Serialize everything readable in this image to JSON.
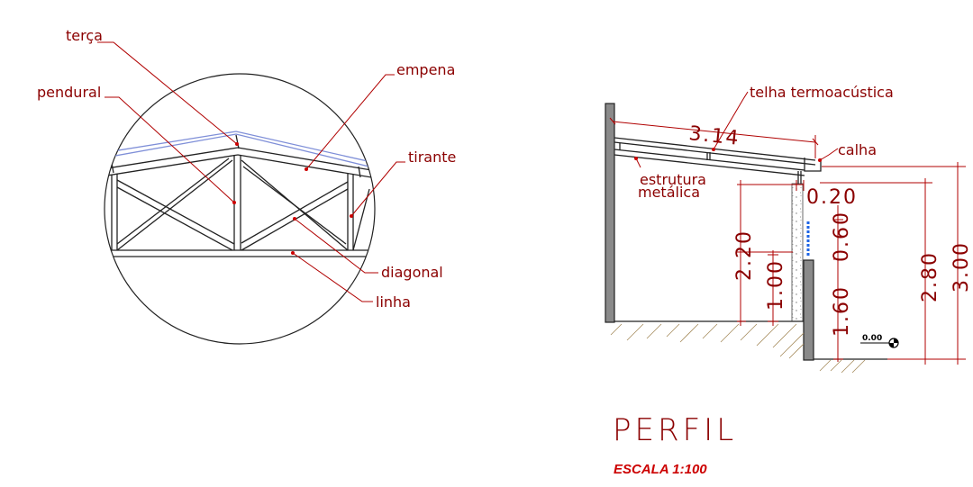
{
  "truss_detail": {
    "labels": {
      "terca": "terça",
      "pendural": "pendural",
      "empena": "empena",
      "tirante": "tirante",
      "diagonal": "diagonal",
      "linha": "linha"
    }
  },
  "profile": {
    "labels": {
      "telha": "telha  termoacústica",
      "calha": "calha",
      "estrutura_1": "estrutura",
      "estrutura_2": "metálica"
    },
    "dimensions": {
      "roof_length": "3.14",
      "wall_gap": "0.20",
      "h_220": "2.20",
      "h_100": "1.00",
      "h_060": "0.60",
      "h_160": "1.60",
      "h_280": "2.80",
      "h_300": "3.00"
    },
    "level": "0.00",
    "title": "PERFIL",
    "scale": "ESCALA 1:100"
  },
  "colors": {
    "annotation": "#b00000",
    "purlin": "#7f8fd8",
    "window": "#1e64e6",
    "soil_hatch": "#a58a5a"
  }
}
